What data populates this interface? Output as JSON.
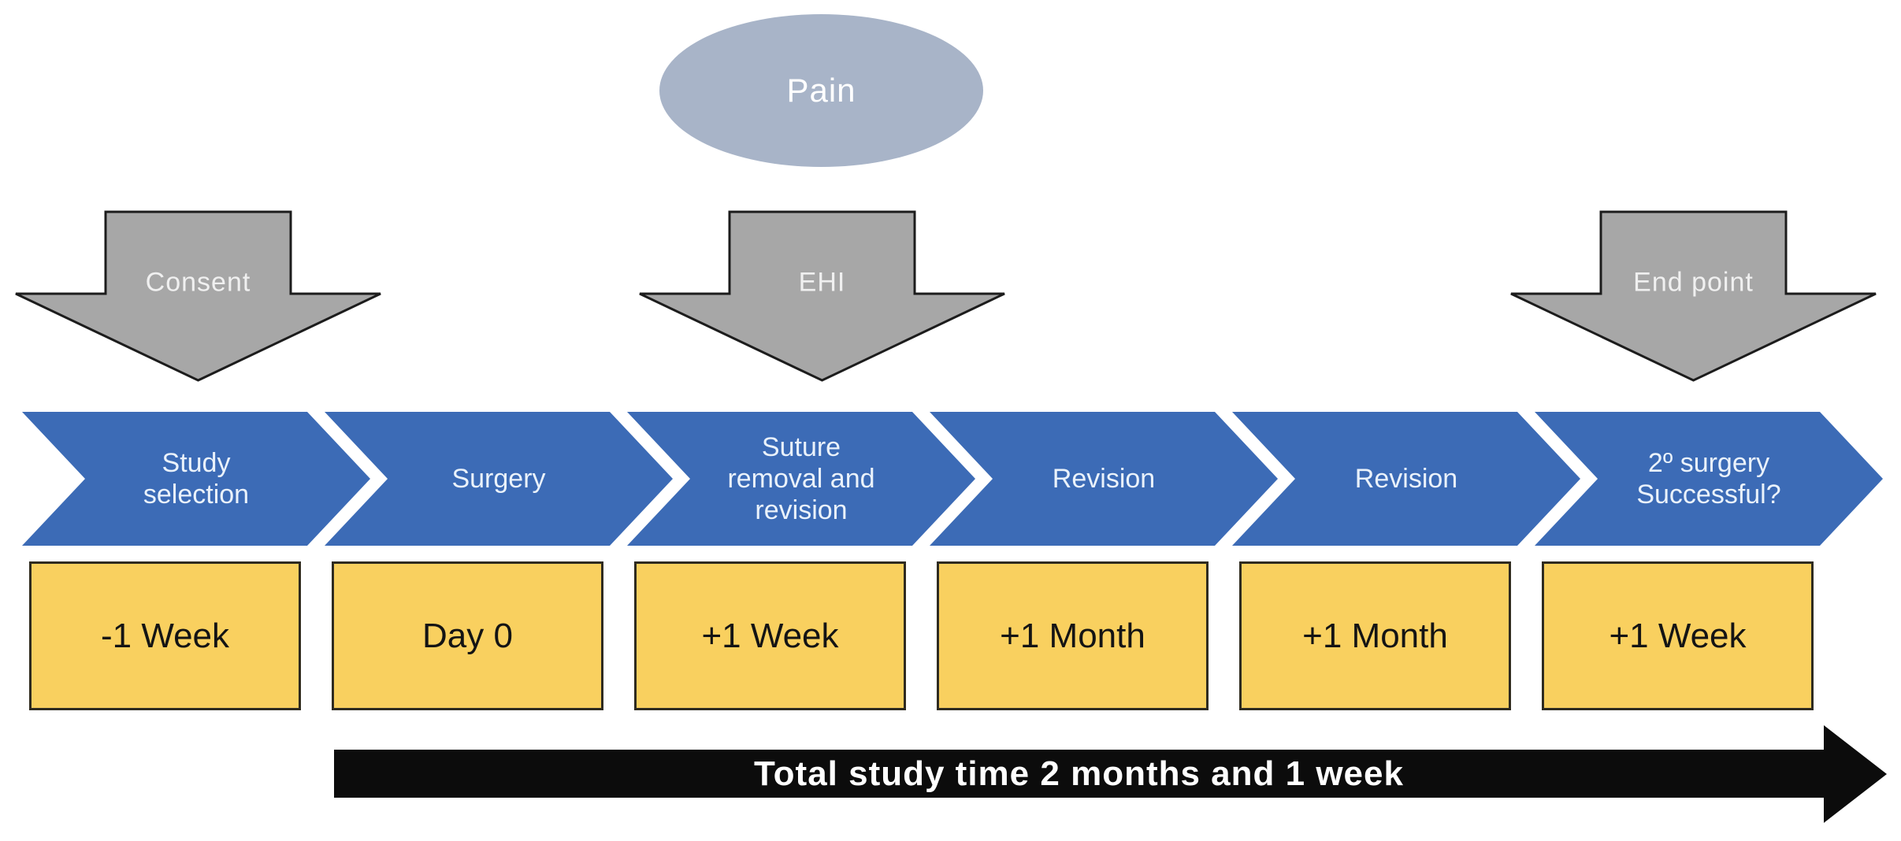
{
  "colors": {
    "chevron-blue": "#3c6bb6",
    "chevron-text": "#eaf2fb",
    "box-yellow": "#f9d05f",
    "box-border": "#2f2b20",
    "arrow-gray": "#a7a7a7",
    "arrow-outline": "#1c1c1c",
    "ellipse-blue-gray": "#a8b4c8",
    "timeline-black": "#0c0c0c"
  },
  "diagram": {
    "pain": {
      "label": "Pain"
    },
    "down_arrows": [
      {
        "label": "Consent"
      },
      {
        "label": "EHI"
      },
      {
        "label": "End point"
      }
    ],
    "stages": [
      {
        "label": "Study selection",
        "time": "-1 Week"
      },
      {
        "label": "Surgery",
        "time": "Day 0"
      },
      {
        "label": "Suture removal and revision",
        "time": "+1 Week"
      },
      {
        "label": "Revision",
        "time": "+1 Month"
      },
      {
        "label": "Revision",
        "time": "+1 Month"
      },
      {
        "label": "2º surgery Successful?",
        "time": "+1 Week"
      }
    ],
    "timeline": {
      "label": "Total study time 2 months and 1 week"
    }
  }
}
